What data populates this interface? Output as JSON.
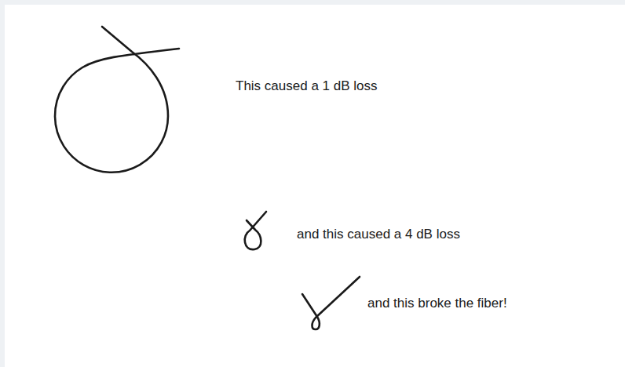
{
  "diagram": {
    "labels": [
      "This caused a 1 dB loss",
      "and this caused a 4 dB loss",
      "and this broke the fiber!"
    ]
  }
}
